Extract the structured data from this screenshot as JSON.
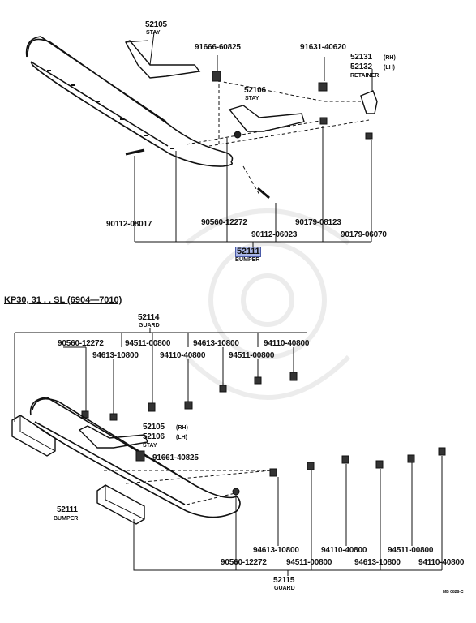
{
  "upper": {
    "p52105": {
      "num": "52105",
      "sub": "STAY"
    },
    "p91666": "91666-60825",
    "p52106": {
      "num": "52106",
      "sub": "STAY"
    },
    "p91631": "91631-40620",
    "p52131": {
      "num": "52131",
      "suf": "(RH)"
    },
    "p52132": {
      "num": "52132",
      "suf": "(LH)",
      "sub": "RETAINER"
    },
    "p90112a": "90112-08017",
    "p90560": "90560-12272",
    "p90112b": "90112-06023",
    "p90179a": "90179-08123",
    "p90179b": "90179-06070",
    "p52111": {
      "num": "52111",
      "sub": "BUMPER"
    }
  },
  "section_title": "KP30, 31 . . SL (6904—7010)",
  "lower": {
    "p52114": {
      "num": "52114",
      "sub": "GUARD"
    },
    "top_row": [
      "90560-12272",
      "94511-00800",
      "94613-10800",
      "94110-40800"
    ],
    "second_row": [
      "94613-10800",
      "94110-40800",
      "94511-00800"
    ],
    "p52105": {
      "num": "52105",
      "suf": "(RH)"
    },
    "p52106": {
      "num": "52106",
      "suf": "(LH)",
      "sub": "STAY"
    },
    "p91661": "91661-40825",
    "p52111": {
      "num": "52111",
      "sub": "BUMPER"
    },
    "bottom_row1": [
      "94613-10800",
      "94110-40800",
      "94511-00800"
    ],
    "bottom_row2": [
      "90560-12272",
      "94511-00800",
      "94613-10800",
      "94110-40800"
    ],
    "p52115": {
      "num": "52115",
      "sub": "GUARD"
    }
  },
  "drawing_code": "MB 0828-C"
}
